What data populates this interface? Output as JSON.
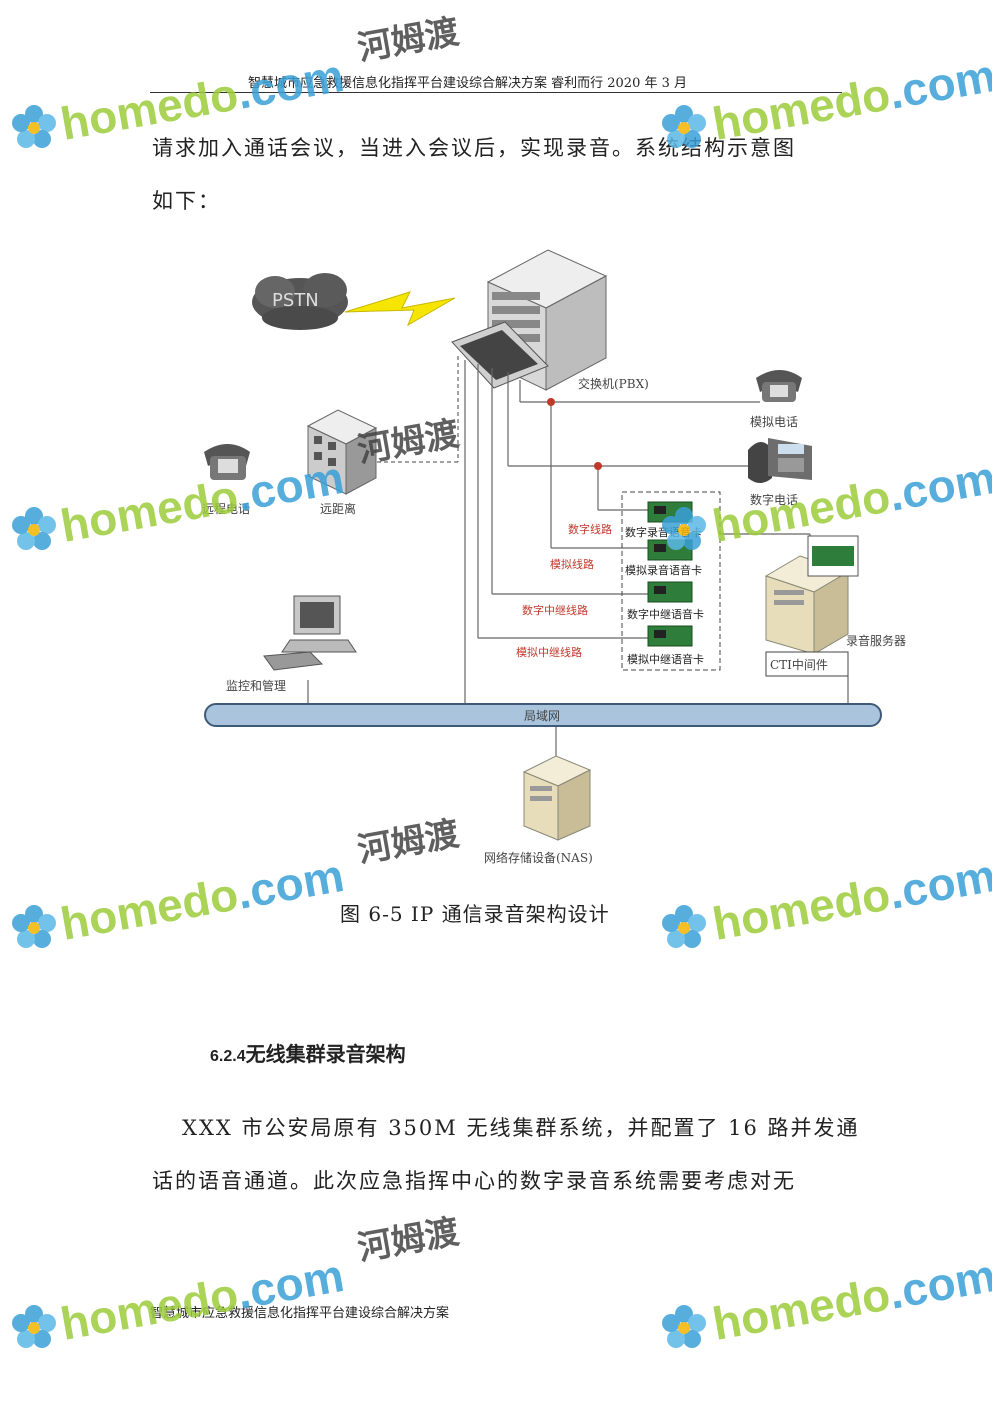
{
  "header": {
    "text": "智慧城市应急救援信息化指挥平台建设综合解决方案  睿利而行  2020 年 3 月"
  },
  "body": {
    "line1": "请求加入通话会议，当进入会议后，实现录音。系统结构示意图",
    "line2": "如下：",
    "caption": "图 6-5 IP 通信录音架构设计",
    "section_num": "6.2.4",
    "section_title": "无线集群录音架构",
    "para2_line1": "XXX 市公安局原有 350M 无线集群系统，并配置了 16 路并发通",
    "para2_line2": "话的语音通道。此次应急指挥中心的数字录音系统需要考虑对无"
  },
  "diagram": {
    "pstn": "PSTN",
    "pbx": "交换机(PBX)",
    "analog_phone": "模拟电话",
    "digital_phone": "数字电话",
    "remote_phone": "远程电话",
    "remote": "远距离",
    "digital_line": "数字线路",
    "analog_line": "模拟线路",
    "digital_trunk": "数字中继线路",
    "analog_trunk": "模拟中继线路",
    "card1": "数字录音语音卡",
    "card2": "模拟录音语音卡",
    "card3": "数字中继语音卡",
    "card4": "模拟中继语音卡",
    "rec_server": "录音服务器",
    "cti": "CTI中间件",
    "monitor": "监控和管理",
    "lan": "局域网",
    "nas": "网络存储设备(NAS)"
  },
  "watermark": {
    "brand": "homedo",
    "suffix": ".com",
    "cn": "河姆渡"
  },
  "footer": {
    "text": "智慧城市应急救援信息化指挥平台建设综合解决方案"
  },
  "colors": {
    "accent_red": "#c0392b",
    "lan_blue": "#a9c4dc",
    "wm_green": "#9ccc3c",
    "wm_blue": "#3aa0d8"
  }
}
